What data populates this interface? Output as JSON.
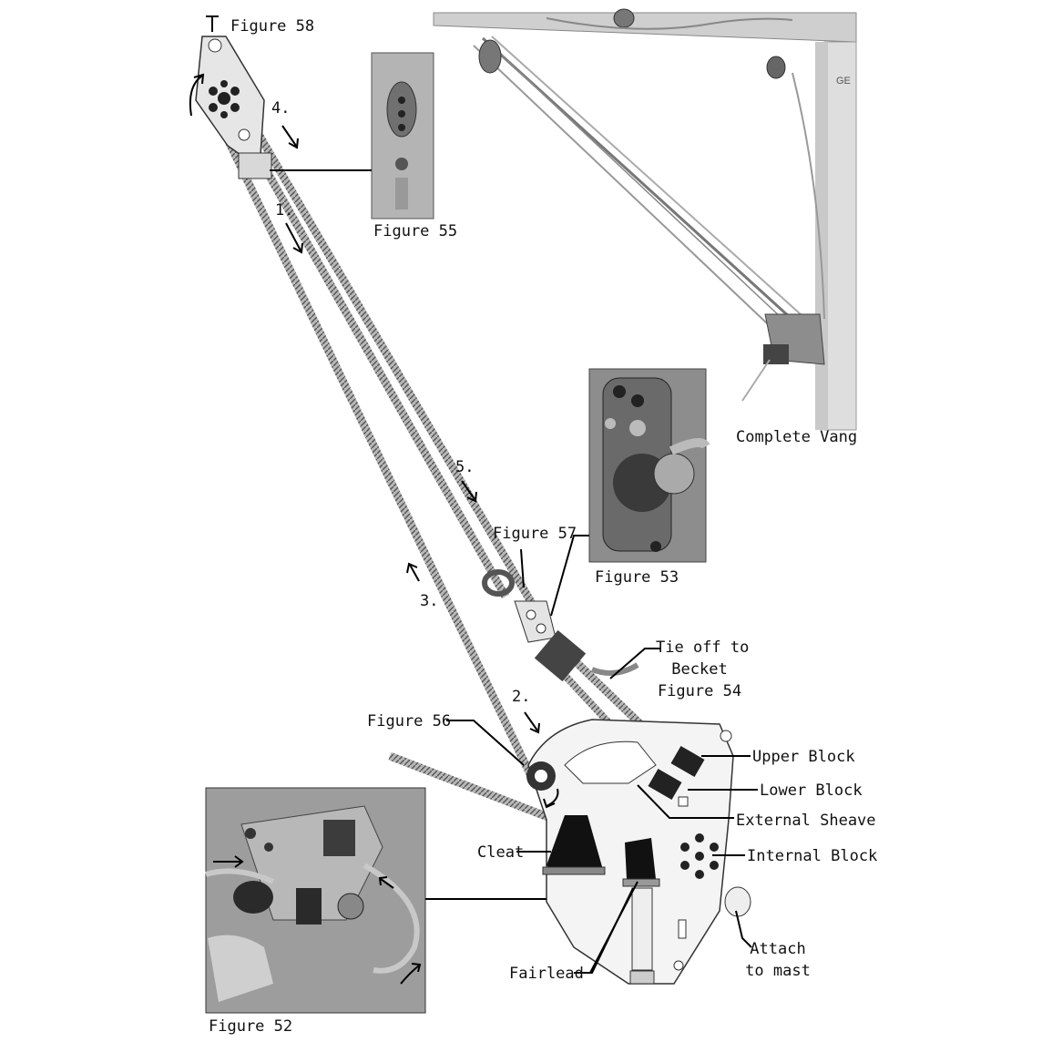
{
  "figures": {
    "fig58": "Figure 58",
    "fig55": "Figure 55",
    "fig53": "Figure 53",
    "fig57": "Figure 57",
    "fig56": "Figure 56",
    "fig52": "Figure 52"
  },
  "steps": {
    "s1": "1.",
    "s2": "2.",
    "s3": "3.",
    "s4": "4.",
    "s5": "5."
  },
  "labels": {
    "complete_vang": "Complete Vang",
    "tie_off_line1": "Tie off to",
    "tie_off_line2": "Becket",
    "tie_off_line3": "Figure 54",
    "upper_block": "Upper Block",
    "lower_block": "Lower Block",
    "external_sheave": "External Sheave",
    "internal_block": "Internal Block",
    "cleat": "Cleat",
    "fairlead": "Fairlead",
    "attach_line1": "Attach",
    "attach_line2": "to mast"
  },
  "colors": {
    "line": "#111111",
    "rope": "#8a8a8a",
    "photo_bg": "#9a9a9a",
    "mast": "#d8d8d8"
  }
}
